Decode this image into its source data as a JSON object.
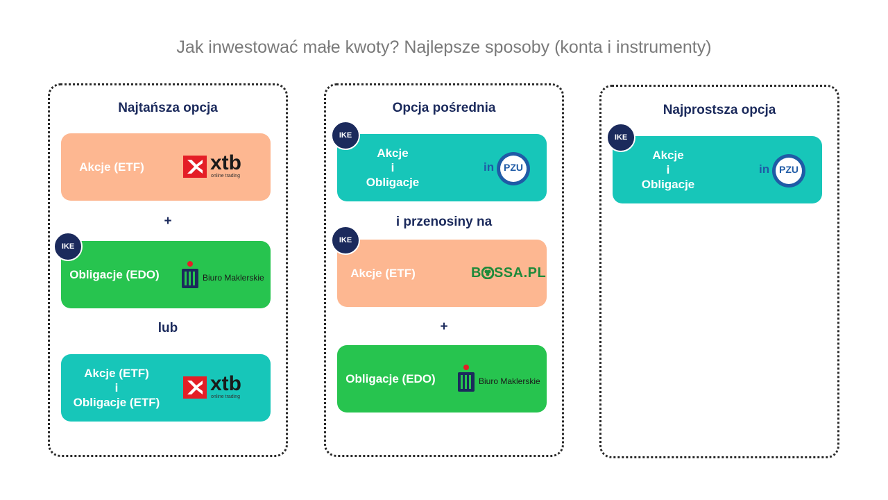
{
  "title": "Jak inwestować małe kwoty? Najlepsze sposoby (konta i instrumenty)",
  "colors": {
    "peach": "#fdb791",
    "green": "#27c44f",
    "teal": "#17c6b9",
    "navy": "#1b2a5c",
    "title_gray": "#7a7a7a",
    "xtb_red": "#e41e26"
  },
  "badge_label": "IKE",
  "logos": {
    "xtb": {
      "word": "xtb",
      "sub": "online trading"
    },
    "pko_bm": {
      "text": "Biuro Maklerskie"
    },
    "inpzu": {
      "prefix": "in",
      "mark": "PZU"
    },
    "bossa": {
      "before": "B",
      "after": "SSA.PL"
    }
  },
  "columns": [
    {
      "heading": "Najtańsza opcja",
      "cards": [
        {
          "lines": [
            "Akcje (ETF)"
          ],
          "color": "peach",
          "logo": "xtb",
          "ike": false
        },
        {
          "lines": [
            "Obligacje (EDO)"
          ],
          "color": "green",
          "logo": "pko_bm",
          "ike": true
        },
        {
          "lines": [
            "Akcje (ETF)",
            "i",
            "Obligacje (ETF)"
          ],
          "color": "teal",
          "logo": "xtb",
          "ike": false
        }
      ],
      "connectors": [
        "+",
        "lub"
      ]
    },
    {
      "heading": "Opcja pośrednia",
      "cards": [
        {
          "lines": [
            "Akcje",
            "i",
            "Obligacje"
          ],
          "color": "teal",
          "logo": "inpzu",
          "ike": true
        },
        {
          "lines": [
            "Akcje (ETF)"
          ],
          "color": "peach",
          "logo": "bossa",
          "ike": true
        },
        {
          "lines": [
            "Obligacje (EDO)"
          ],
          "color": "green",
          "logo": "pko_bm",
          "ike": false
        }
      ],
      "connectors": [
        "i przenosiny na",
        "+"
      ]
    },
    {
      "heading": "Najprostsza opcja",
      "cards": [
        {
          "lines": [
            "Akcje",
            "i",
            "Obligacje"
          ],
          "color": "teal",
          "logo": "inpzu",
          "ike": true
        }
      ],
      "connectors": []
    }
  ]
}
